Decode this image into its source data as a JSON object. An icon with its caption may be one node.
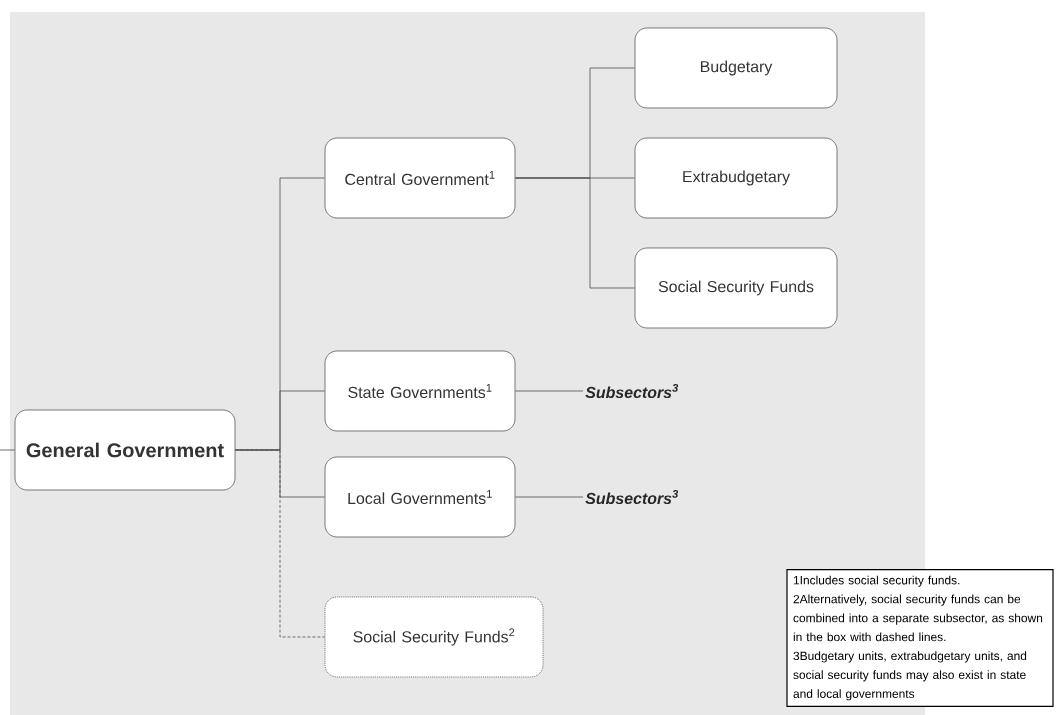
{
  "diagram": {
    "nodes": [
      {
        "text": [
          "General Government"
        ]
      },
      {
        "text": [
          "Central Government$^{1}$"
        ]
      },
      {
        "text": [
          "Budgetary"
        ]
      },
      {
        "text": [
          "Extrabudgetary"
        ]
      },
      {
        "text": [
          "Social Security Funds"
        ]
      },
      {
        "text": [
          "State Governments$^{1}$"
        ]
      },
      {
        "text": [
          "Subsectors$^{3}$"
        ]
      },
      {
        "text": [
          "Local Governments$^{1}$"
        ]
      },
      {
        "text": [
          "Subsectors$^{3}$"
        ]
      },
      {
        "text": [
          "Social Security Funds$^{2}$"
        ]
      },
      {
        "text": [
          "1Includes social security funds.",
          "2Alternatively, social security funds can be combined into a separate subsector, as shown in the box with dashed lines.",
          "3Budgetary units, extrabudgetary units, and social security funds may also exist in state and local governments"
        ]
      }
    ],
    "edges": [
      {
        "from": null,
        "to": 0,
        "arrow": "none"
      },
      {
        "from": 0,
        "to": 1,
        "arrow": "none"
      },
      {
        "from": 0,
        "to": 5,
        "arrow": "none"
      },
      {
        "from": 0,
        "to": 7,
        "arrow": "none"
      },
      {
        "from": 0,
        "to": 9,
        "arrow": "none",
        "style": "dashed"
      },
      {
        "from": 1,
        "to": 2,
        "arrow": "none"
      },
      {
        "from": 1,
        "to": 3,
        "arrow": "none"
      },
      {
        "from": 1,
        "to": 4,
        "arrow": "none"
      },
      {
        "from": 5,
        "to": 6,
        "arrow": "none"
      },
      {
        "from": 7,
        "to": 8,
        "arrow": "none"
      }
    ]
  }
}
